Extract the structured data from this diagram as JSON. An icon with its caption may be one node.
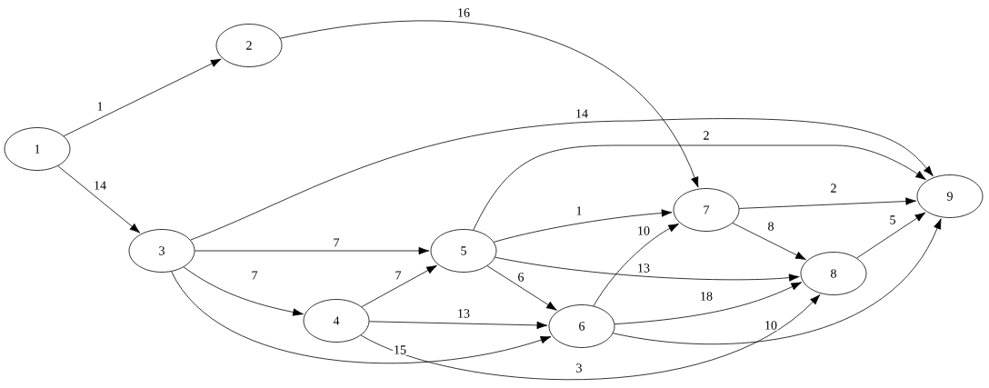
{
  "diagram": {
    "nodes": [
      {
        "text": [
          "1"
        ]
      },
      {
        "text": [
          "2"
        ]
      },
      {
        "text": [
          "3"
        ]
      },
      {
        "text": [
          "4"
        ]
      },
      {
        "text": [
          "5"
        ]
      },
      {
        "text": [
          "6"
        ]
      },
      {
        "text": [
          "7"
        ]
      },
      {
        "text": [
          "8"
        ]
      },
      {
        "text": [
          "9"
        ]
      }
    ],
    "edges": [
      {
        "from": 0,
        "to": 1,
        "arrow": "to",
        "label": "1"
      },
      {
        "from": 0,
        "to": 2,
        "arrow": "to",
        "label": "14"
      },
      {
        "from": 1,
        "to": 6,
        "arrow": "to",
        "label": "16"
      },
      {
        "from": 2,
        "to": 8,
        "arrow": "to",
        "label": "14"
      },
      {
        "from": 2,
        "to": 4,
        "arrow": "to",
        "label": "7"
      },
      {
        "from": 2,
        "to": 3,
        "arrow": "to",
        "label": "7"
      },
      {
        "from": 2,
        "to": 5,
        "arrow": "to",
        "label": "15"
      },
      {
        "from": 3,
        "to": 4,
        "arrow": "to",
        "label": "7"
      },
      {
        "from": 3,
        "to": 5,
        "arrow": "to",
        "label": "13"
      },
      {
        "from": 3,
        "to": 7,
        "arrow": "to",
        "label": "3"
      },
      {
        "from": 4,
        "to": 8,
        "arrow": "to",
        "label": "2"
      },
      {
        "from": 4,
        "to": 6,
        "arrow": "to",
        "label": "1"
      },
      {
        "from": 4,
        "to": 5,
        "arrow": "to",
        "label": "6"
      },
      {
        "from": 4,
        "to": 7,
        "arrow": "to",
        "label": "13"
      },
      {
        "from": 5,
        "to": 6,
        "arrow": "to",
        "label": "10"
      },
      {
        "from": 5,
        "to": 7,
        "arrow": "to",
        "label": "18"
      },
      {
        "from": 5,
        "to": 8,
        "arrow": "to",
        "label": "10"
      },
      {
        "from": 6,
        "to": 8,
        "arrow": "to",
        "label": "2"
      },
      {
        "from": 6,
        "to": 7,
        "arrow": "to",
        "label": "8"
      },
      {
        "from": 7,
        "to": 8,
        "arrow": "to",
        "label": "5"
      }
    ]
  }
}
